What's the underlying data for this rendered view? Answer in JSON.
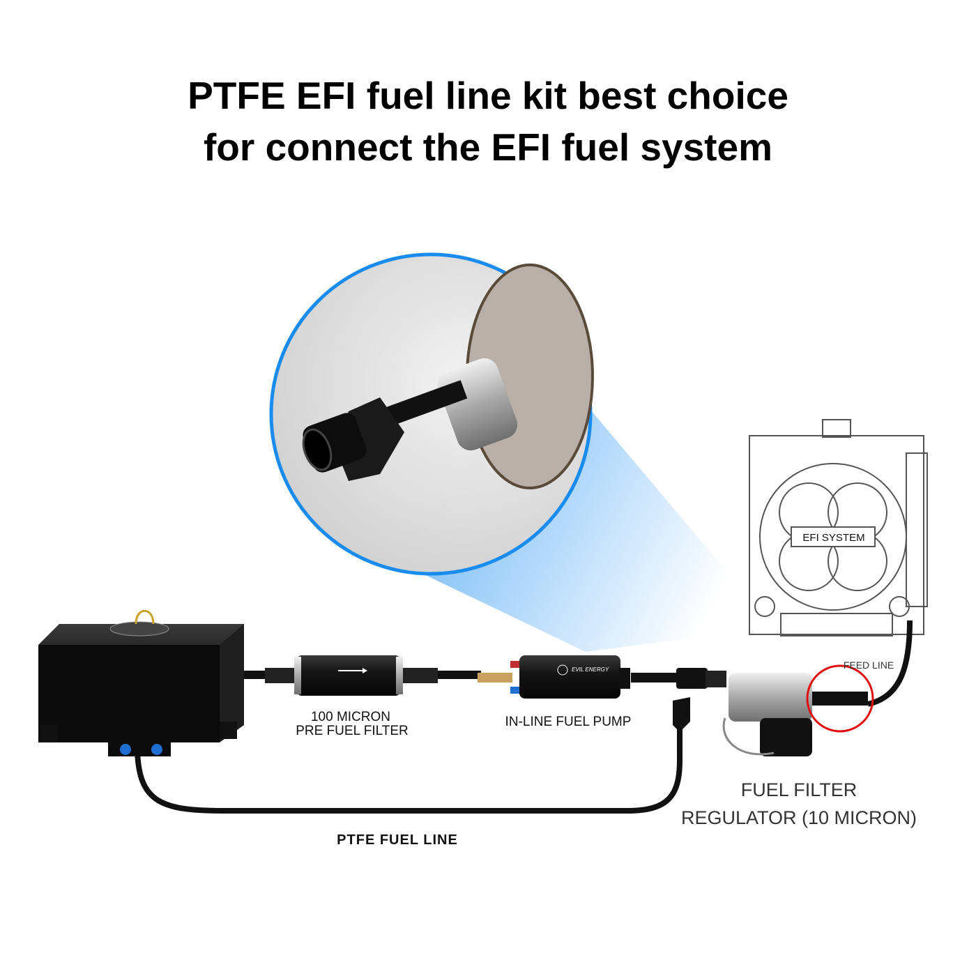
{
  "title": {
    "line1": "PTFE EFI fuel line kit best choice",
    "line2": "for connect the EFI fuel system"
  },
  "labels": {
    "pre_filter_line1": "100 MICRON",
    "pre_filter_line2": "PRE FUEL FILTER",
    "pump": "IN-LINE FUEL PUMP",
    "regulator_line1": "FUEL FILTER",
    "regulator_line2": "REGULATOR (10 MICRON)",
    "fuel_line": "PTFE FUEL LINE",
    "feed_line": "FEED LINE",
    "efi_system": "EFI SYSTEM",
    "pump_brand": "EVIL ENERGY"
  },
  "colors": {
    "zoom_circle": "#1a8cf0",
    "highlight_circle": "#e01010",
    "hose": "#111111",
    "fitting_blue": "#1e6fd0"
  }
}
